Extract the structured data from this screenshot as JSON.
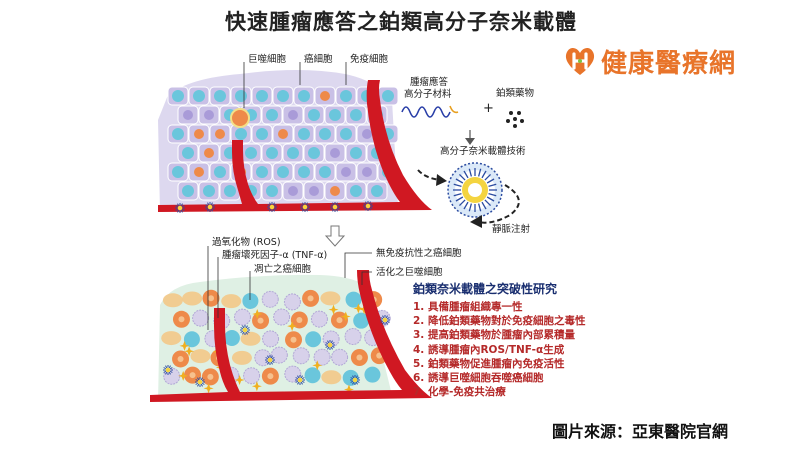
{
  "title": "快速腫瘤應答之鉑類高分子奈米載體",
  "logo": {
    "text": "健康醫療網",
    "brand_color": "#e8742a",
    "icon": "plus-heart-icon"
  },
  "colors": {
    "vessel": "#d01822",
    "cell_purple": "#c9c0e6",
    "cell_blue": "#6ac6dc",
    "cell_orange": "#ee8a4a",
    "nanoparticle": "#2c4ca0"
  },
  "top_labels": {
    "macrophage": "巨噬細胞",
    "cancer_cell": "癌細胞",
    "immune_cell": "免疫細胞",
    "polymer_line1": "腫瘤應答",
    "polymer_line2": "高分子材料",
    "plus": "+",
    "platinum_drug": "鉑類藥物",
    "nano_tech": "高分子奈米載體技術",
    "iv_injection": "靜脈注射"
  },
  "bottom_labels": {
    "ros": "過氧化物 (ROS)",
    "tnf": "腫瘤壞死因子-α (TNF-α)",
    "dead_cell": "凋亡之癌細胞",
    "non_immune": "無免疫抗性之癌細胞",
    "activated_macro": "活化之巨噬細胞"
  },
  "panel": {
    "title": "鉑類奈米載體之突破性研究",
    "items": [
      "1. 具備腫瘤組織專一性",
      "2. 降低鉑類藥物對於免疫細胞之毒性",
      "3. 提高鉑類藥物於腫瘤內部累積量",
      "4. 誘導腫瘤內ROS/TNF-α生成",
      "5. 鉑類藥物促進腫瘤內免疫活性",
      "6. 誘導巨噬細胞吞噬癌細胞",
      "7. 化學-免疫共治療"
    ]
  },
  "credit": "圖片來源：亞東醫院官網"
}
